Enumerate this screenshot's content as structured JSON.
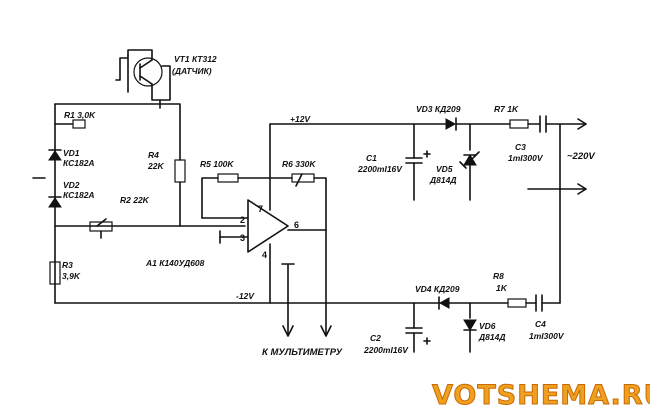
{
  "labels": {
    "vt1": "VT1 КТ312",
    "sensor": "(ДАТЧИК)",
    "r1": "R1 3,0K",
    "vd1": "VD1",
    "vd1_type": "КС182А",
    "vd2": "VD2",
    "vd2_type": "КС182А",
    "r2": "R2 22K",
    "r3": "R3",
    "r3_val": "3,9K",
    "r4": "R4",
    "r4_val": "22K",
    "r5": "R5 100K",
    "r6": "R6 330K",
    "a1": "A1 К140УД608",
    "plus12": "+12V",
    "minus12": "-12V",
    "vd3": "VD3 КД209",
    "r7": "R7 1K",
    "c1": "C1",
    "c1_val": "2200mI16V",
    "vd5": "VD5",
    "vd5_type": "Д814Д",
    "c3": "C3",
    "c3_val": "1mI300V",
    "ac": "~220V",
    "vd4": "VD4 КД209",
    "r8": "R8",
    "r8_val": "1K",
    "c2": "C2",
    "c2_val": "2200mI16V",
    "vd6": "VD6",
    "vd6_type": "Д814Д",
    "c4": "C4",
    "c4_val": "1mI300V",
    "multimeter": "К МУЛЬТИМЕТРУ",
    "pin2": "2",
    "pin3": "3",
    "pin4": "4",
    "pin6": "6",
    "pin7": "7"
  },
  "watermark": "VOTSHEMA.RU"
}
